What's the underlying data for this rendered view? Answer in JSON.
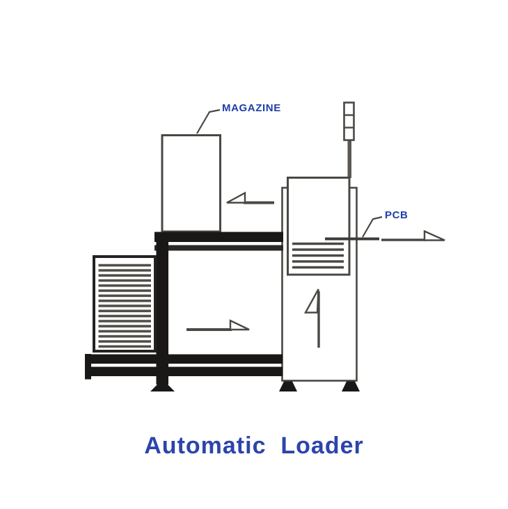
{
  "caption": {
    "text": "Automatic  Loader",
    "color": "#2c45ab"
  },
  "labels": {
    "magazine": "MAGAZINE",
    "pcb": "PCB",
    "color": "#2140a8"
  },
  "machine": {
    "name": "automatic-loader-diagram",
    "line_color": "#4a4843",
    "frame_color": "#1a1816",
    "signal_tower_segments": 3,
    "grille_line_count": 17,
    "pcb_slot_count": 5,
    "flow_arrows": [
      {
        "name": "magazine-infeed-arrow",
        "direction": "left"
      },
      {
        "name": "pcb-outfeed-arrow",
        "direction": "right"
      },
      {
        "name": "base-flow-arrow",
        "direction": "right"
      },
      {
        "name": "lift-arrow",
        "direction": "up"
      }
    ]
  }
}
